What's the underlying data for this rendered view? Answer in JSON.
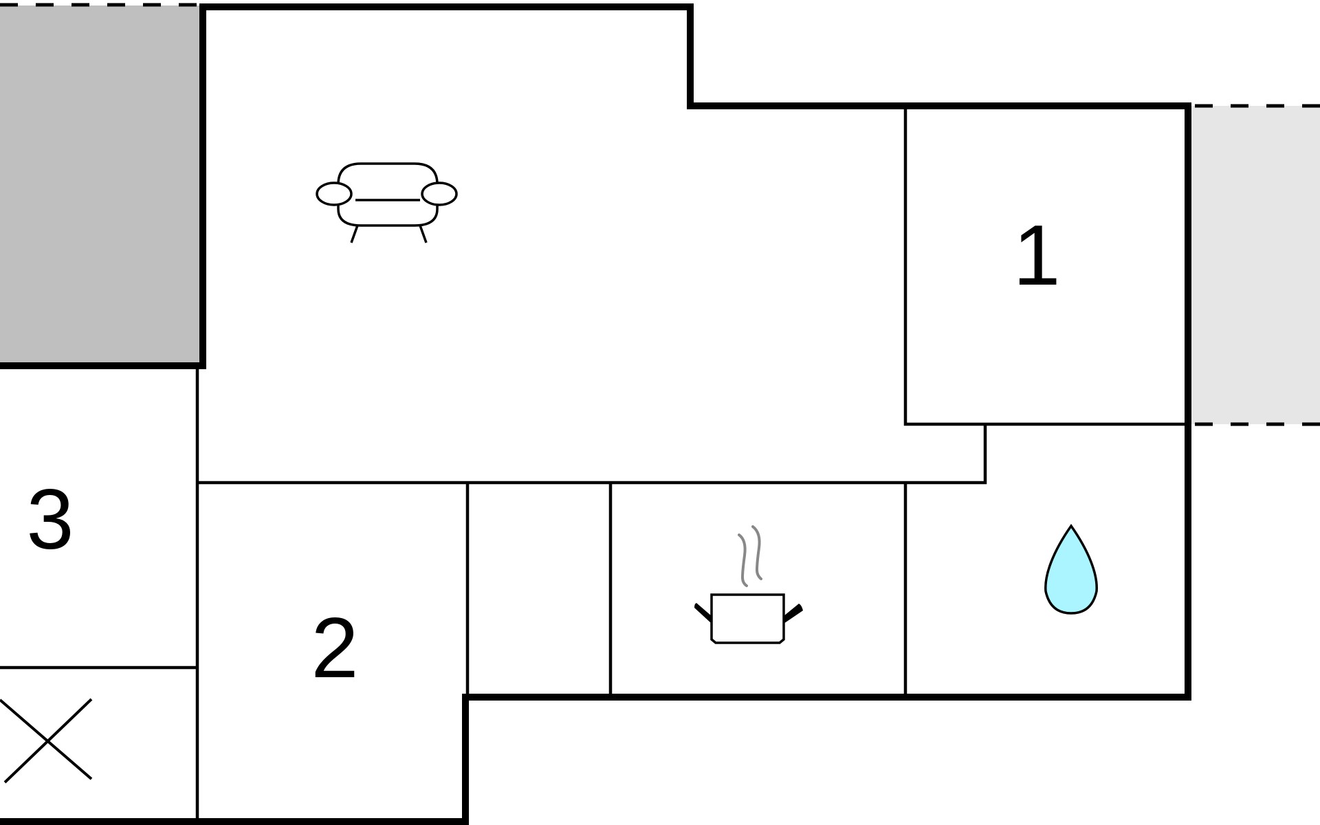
{
  "floorplan": {
    "room_labels": {
      "bedroom_1": "1",
      "bedroom_2": "2",
      "bedroom_3": "3"
    },
    "icons": {
      "living_room": "sofa-icon",
      "kitchen": "cooking-pot-icon",
      "bathroom": "water-drop-icon",
      "storage": "cross-icon"
    },
    "colors": {
      "wall": "#000000",
      "terrace_dark": "#bfbfbf",
      "terrace_light": "#e6e6e6",
      "water_drop": "#aaf5ff",
      "steam": "#888888",
      "background": "#ffffff"
    }
  }
}
